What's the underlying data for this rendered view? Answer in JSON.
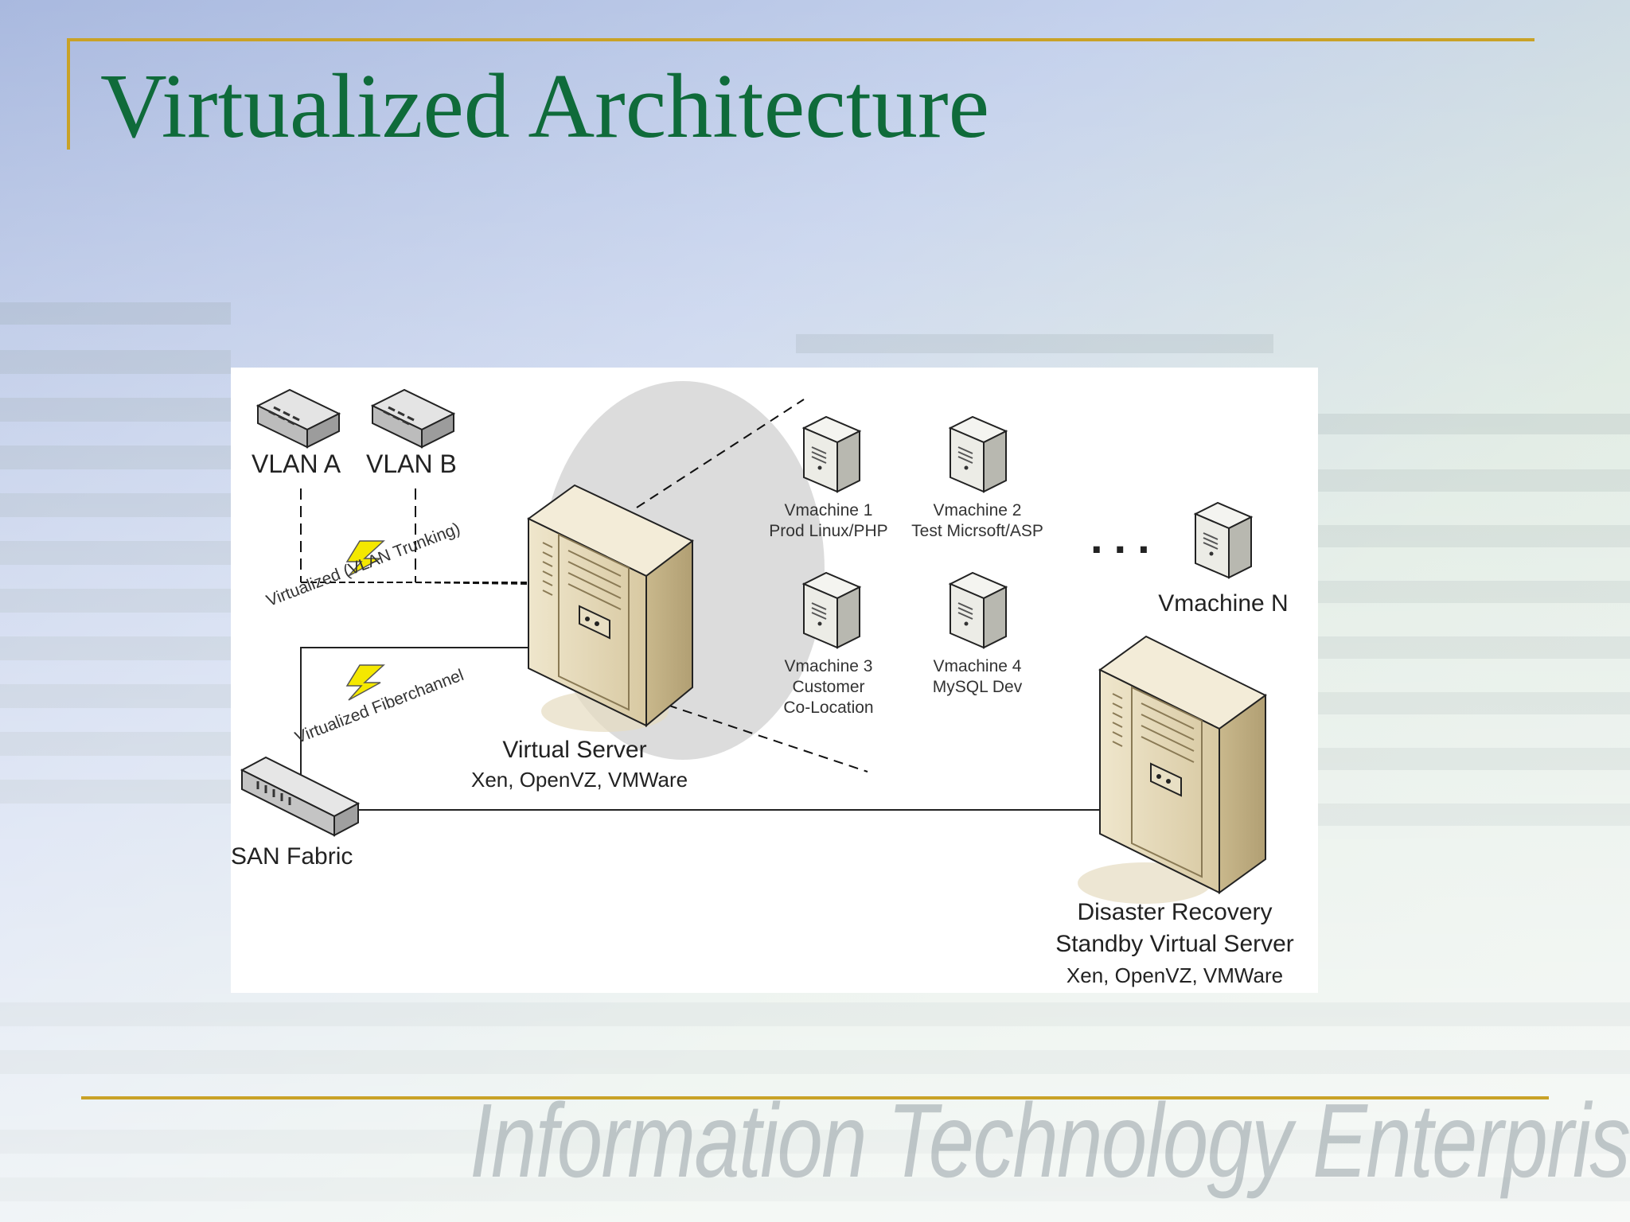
{
  "slide": {
    "title": "Virtualized Architecture",
    "watermark_text": "Information Technology Enterprise",
    "accent_color": "#c9a227",
    "title_color": "#0f6b3a"
  },
  "diagram": {
    "switches": [
      {
        "label": "VLAN A",
        "icon": "network-switch-icon"
      },
      {
        "label": "VLAN B",
        "icon": "network-switch-icon"
      }
    ],
    "links": {
      "vlan_trunking": "Virtualized (VLAN Trunking)",
      "fiberchannel": "Virtualized Fiberchannel"
    },
    "san": {
      "label": "SAN Fabric",
      "icon": "san-switch-icon"
    },
    "virtual_server": {
      "label": "Virtual Server",
      "software": "Xen, OpenVZ, VMWare",
      "icon": "server-tower-icon"
    },
    "vmachines": [
      {
        "name": "Vmachine 1",
        "desc": "Prod Linux/PHP"
      },
      {
        "name": "Vmachine 2",
        "desc": "Test Micrsoft/ASP"
      },
      {
        "name": "Vmachine 3",
        "desc": "Customer",
        "desc2": "Co-Location"
      },
      {
        "name": "Vmachine 4",
        "desc": "MySQL Dev"
      }
    ],
    "ellipsis": "...",
    "vmachine_n": "Vmachine N",
    "dr_server": {
      "line1": "Disaster Recovery",
      "line2": "Standby Virtual Server",
      "software": "Xen, OpenVZ, VMWare"
    }
  }
}
